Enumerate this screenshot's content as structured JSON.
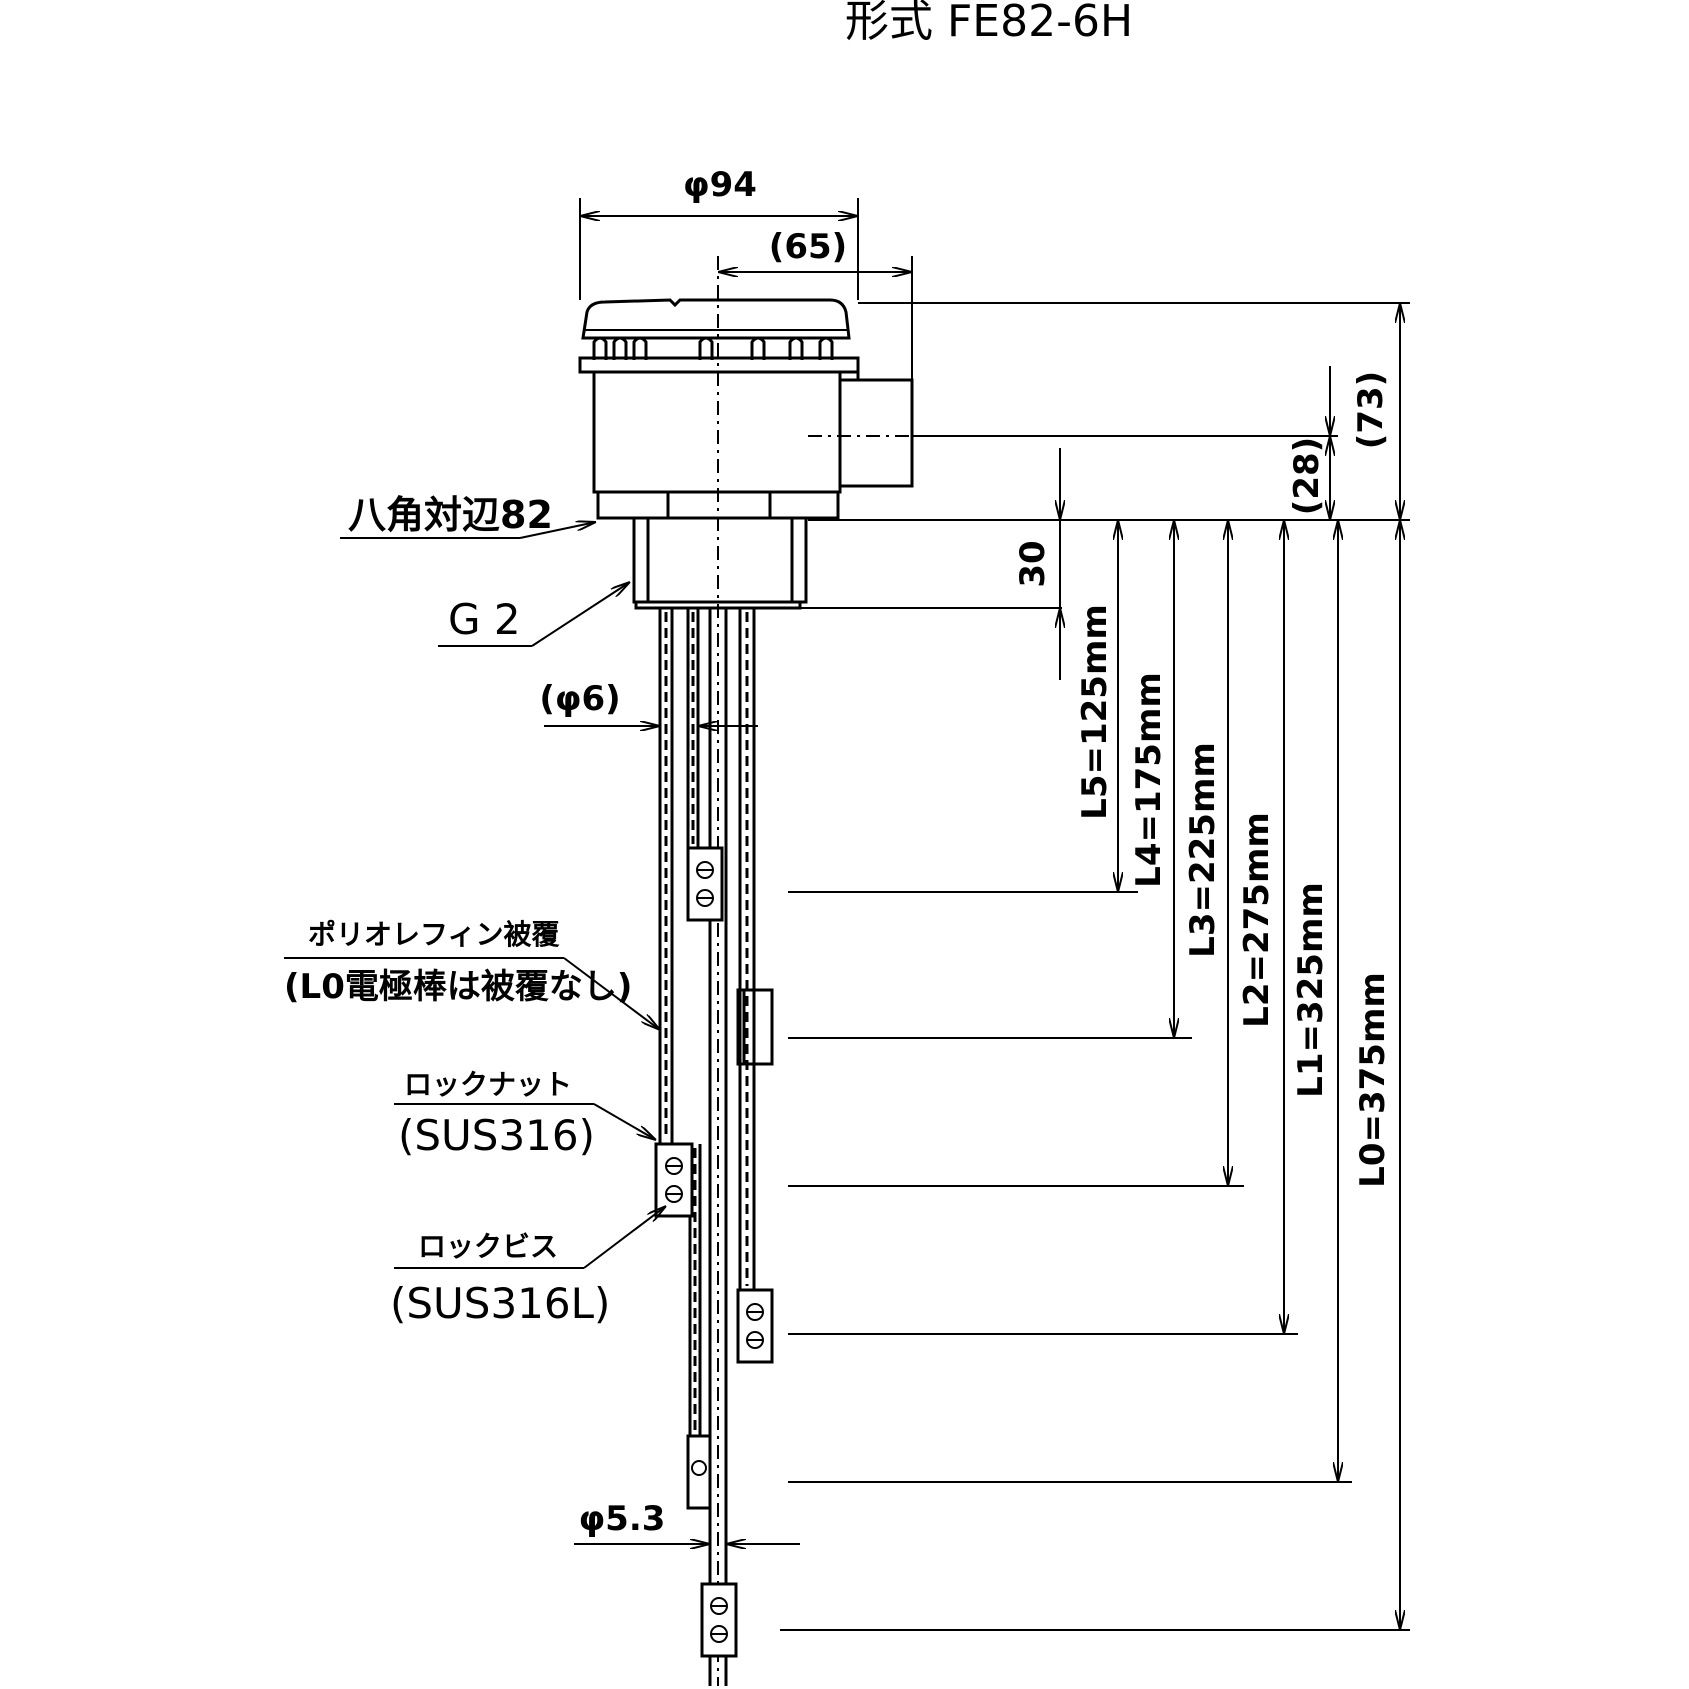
{
  "title": "形式 FE82-6H",
  "dims": {
    "phi94": "φ94",
    "d65": "(65)",
    "d73": "(73)",
    "d28": "(28)",
    "d30": "30",
    "phi6": "(φ6)",
    "phi53": "φ5.3",
    "L5": "L5=125mm",
    "L4": "L4=175mm",
    "L3": "L3=225mm",
    "L2": "L2=275mm",
    "L1": "L1=325mm",
    "L0": "L0=375mm"
  },
  "labels": {
    "hex": "八角対辺82",
    "thread": "G 2",
    "coating_1": "ポリオレフィン被覆",
    "coating_2": "(L0電極棒は被覆なし)",
    "locknut_1": "ロックナット",
    "locknut_2": "(SUS316)",
    "lockscrew_1": "ロックビス",
    "lockscrew_2": "(SUS316L)"
  }
}
